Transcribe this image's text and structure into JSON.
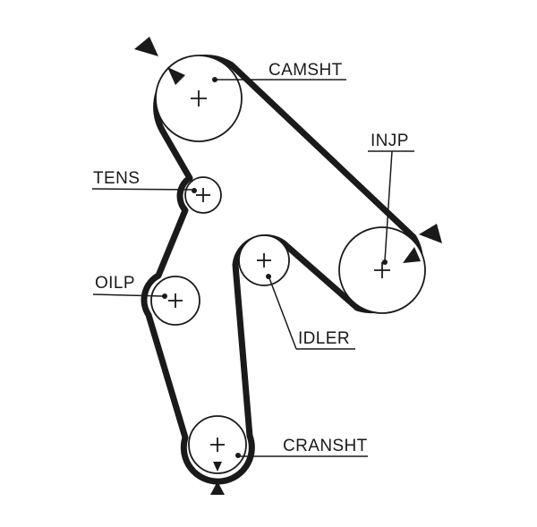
{
  "diagram": {
    "type": "timing-belt-routing",
    "colors": {
      "background": "#ffffff",
      "line": "#1a1a1a"
    }
  },
  "labels": {
    "camshaft": "CAMSHT",
    "injection_pump": "INJP",
    "tensioner": "TENS",
    "oil_pump": "OILP",
    "idler": "IDLER",
    "crankshaft": "CRANSHT"
  }
}
